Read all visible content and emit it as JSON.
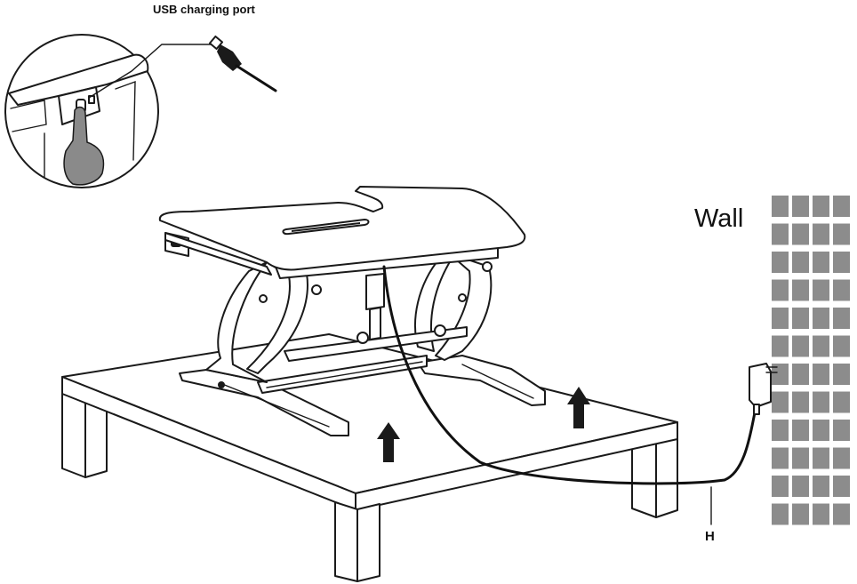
{
  "labels": {
    "usb_port": "USB charging port",
    "wall": "Wall",
    "cord_marker": "H"
  },
  "colors": {
    "line": "#1a1a1a",
    "wall_brick": "#8c8c8c",
    "background": "#ffffff"
  },
  "icons": [
    "usb-plug-icon",
    "finger-pointer-icon",
    "up-arrow-icon",
    "power-adapter-icon"
  ]
}
